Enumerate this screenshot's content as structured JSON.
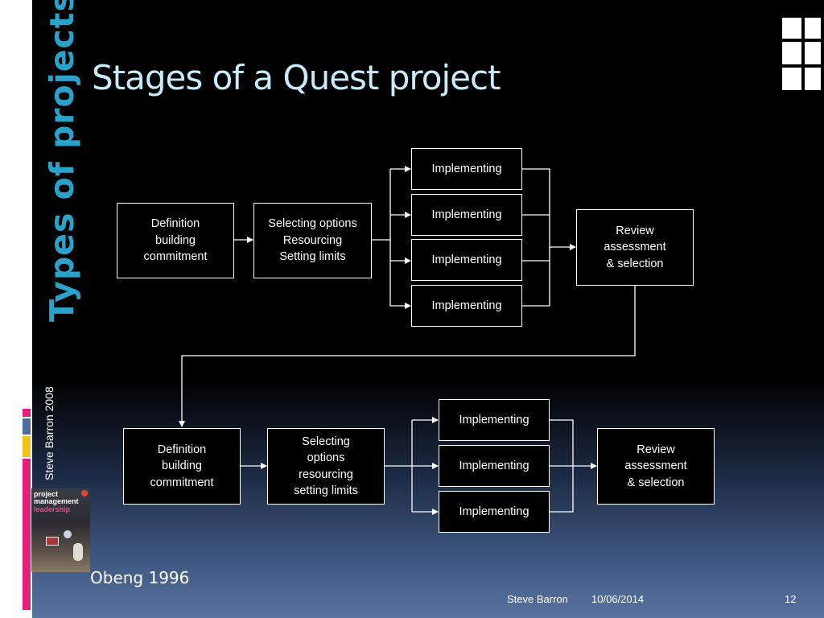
{
  "slide": {
    "title": "Stages of a Quest project",
    "section": "Types of projects",
    "author_vertical": "Steve Barron 2008",
    "citation": "Obeng 1996",
    "footer": {
      "author": "Steve Barron",
      "date": "10/06/2014",
      "page": "12"
    },
    "book_cover": {
      "title": "project management",
      "subtitle": "leadership"
    }
  },
  "diagram": {
    "top_row": {
      "definition": "Definition\nbuilding\ncommitment",
      "selecting": "Selecting options\nResourcing\nSetting limits",
      "implementing": [
        "Implementing",
        "Implementing",
        "Implementing",
        "Implementing"
      ],
      "review": "Review\nassessment\n& selection"
    },
    "bottom_row": {
      "definition": "Definition\nbuilding\ncommitment",
      "selecting": "Selecting\noptions\nresourcing\nsetting limits",
      "implementing": [
        "Implementing",
        "Implementing",
        "Implementing"
      ],
      "review": "Review\nassessment\n& selection"
    }
  },
  "colors": {
    "title": "#c9ecfb",
    "section_title": "#2aa2c9",
    "accent_bars": [
      "#e81f7a",
      "#f0c419",
      "#4f6d9a",
      "#e81f7a"
    ]
  }
}
